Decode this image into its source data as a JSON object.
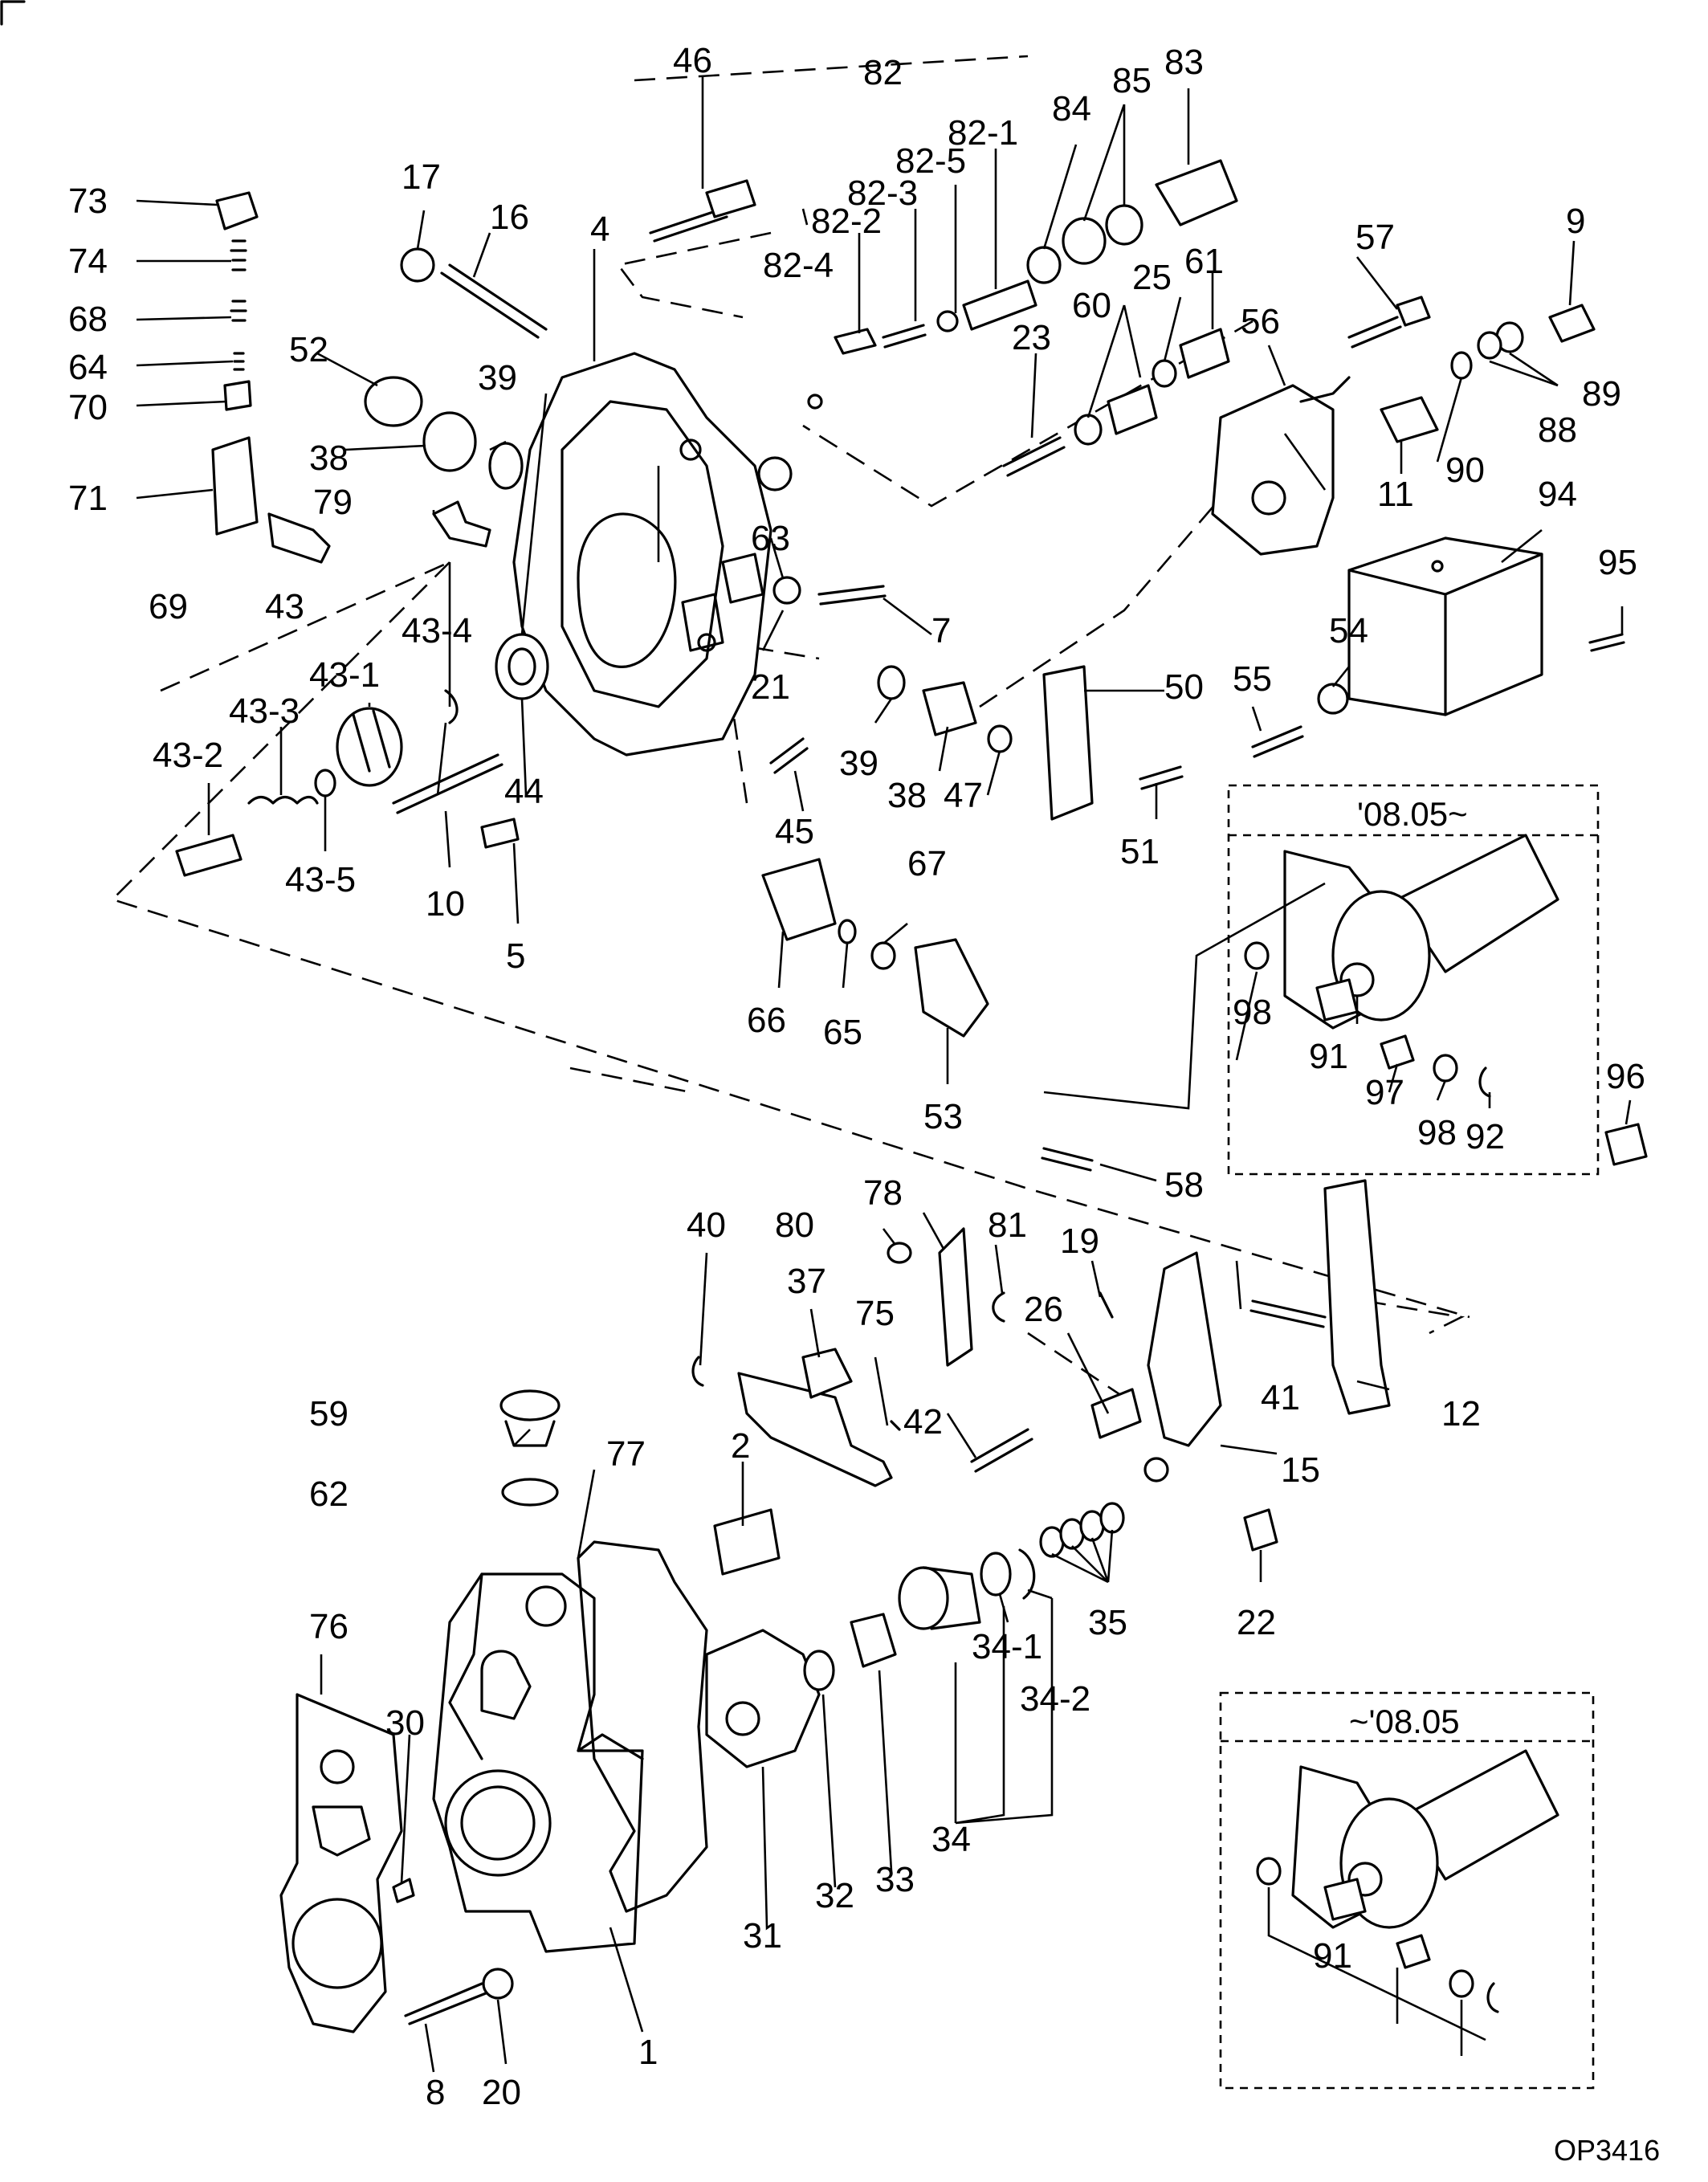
{
  "drawing_code": "OP3416",
  "variant_boxes": {
    "new_from": "'08.05~",
    "old_until": "~'08.05"
  },
  "callouts": [
    "1",
    "2",
    "4",
    "5",
    "7",
    "8",
    "9",
    "10",
    "11",
    "12",
    "15",
    "16",
    "17",
    "19",
    "20",
    "21",
    "22",
    "23",
    "25",
    "26",
    "30",
    "31",
    "32",
    "33",
    "34",
    "34-1",
    "34-2",
    "35",
    "37",
    "38",
    "39",
    "40",
    "41",
    "42",
    "43",
    "43-1",
    "43-2",
    "43-3",
    "43-4",
    "43-5",
    "44",
    "45",
    "46",
    "47",
    "50",
    "51",
    "52",
    "53",
    "54",
    "55",
    "56",
    "57",
    "58",
    "59",
    "60",
    "61",
    "62",
    "63",
    "64",
    "65",
    "66",
    "67",
    "68",
    "69",
    "70",
    "71",
    "73",
    "74",
    "75",
    "76",
    "77",
    "78",
    "79",
    "80",
    "81",
    "82",
    "82-1",
    "82-2",
    "82-3",
    "82-4",
    "82-5",
    "83",
    "84",
    "85",
    "88",
    "89",
    "90",
    "91",
    "92",
    "94",
    "95",
    "96",
    "97",
    "98"
  ]
}
